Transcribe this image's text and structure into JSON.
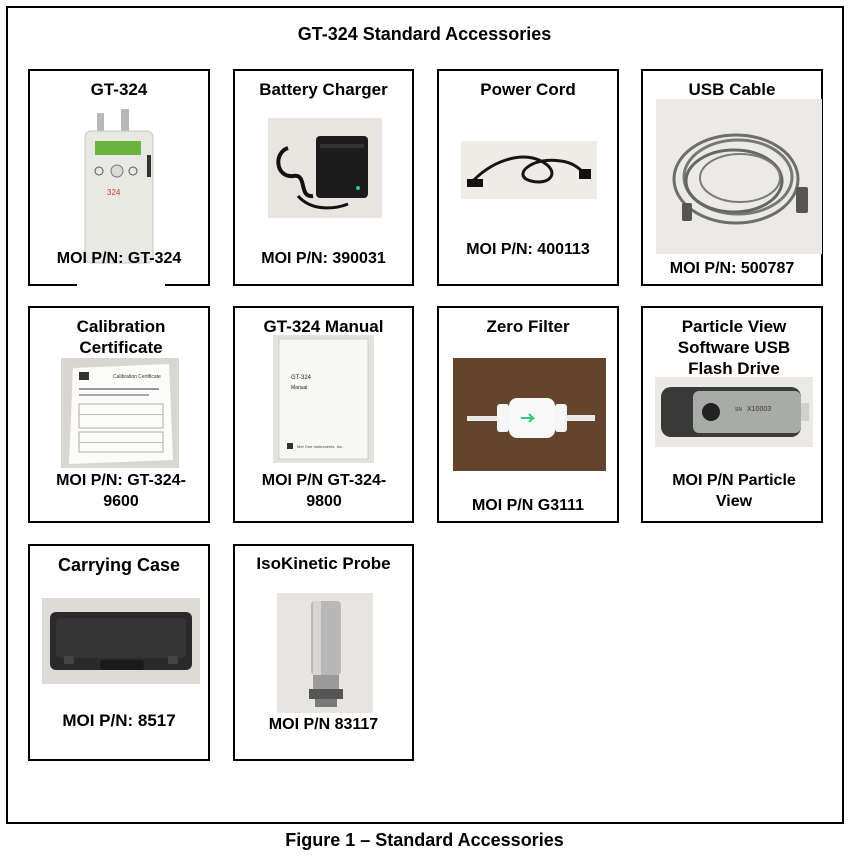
{
  "page": {
    "title": "GT-324 Standard Accessories",
    "caption": "Figure 1 – Standard Accessories"
  },
  "items": [
    {
      "name": "GT-324",
      "pn": "MOI P/N: GT-324"
    },
    {
      "name": "Battery Charger",
      "pn": "MOI P/N: 390031"
    },
    {
      "name": "Power Cord",
      "pn": "MOI P/N: 400113"
    },
    {
      "name": "USB Cable",
      "pn": "MOI P/N: 500787"
    },
    {
      "name": "Calibration Certificate",
      "pn": "MOI P/N: GT-324-9600"
    },
    {
      "name": "GT-324 Manual",
      "pn": "MOI P/N GT-324-9800"
    },
    {
      "name": "Zero Filter",
      "pn": "MOI P/N G3111"
    },
    {
      "name": "Particle View Software USB Flash Drive",
      "pn": "MOI P/N Particle View"
    },
    {
      "name": "Carrying Case",
      "pn": "MOI P/N: 8517"
    },
    {
      "name": "IsoKinetic Probe",
      "pn": "MOI P/N 83117"
    }
  ],
  "photo_text": {
    "device_model": "324",
    "manual_title": "GT-324",
    "manual_subtitle": "Manual",
    "manual_company": "Met One Instruments, Inc.",
    "cert_title": "Calibration Certificate",
    "usb_sn_label": "SN",
    "usb_sn": "X10003"
  }
}
